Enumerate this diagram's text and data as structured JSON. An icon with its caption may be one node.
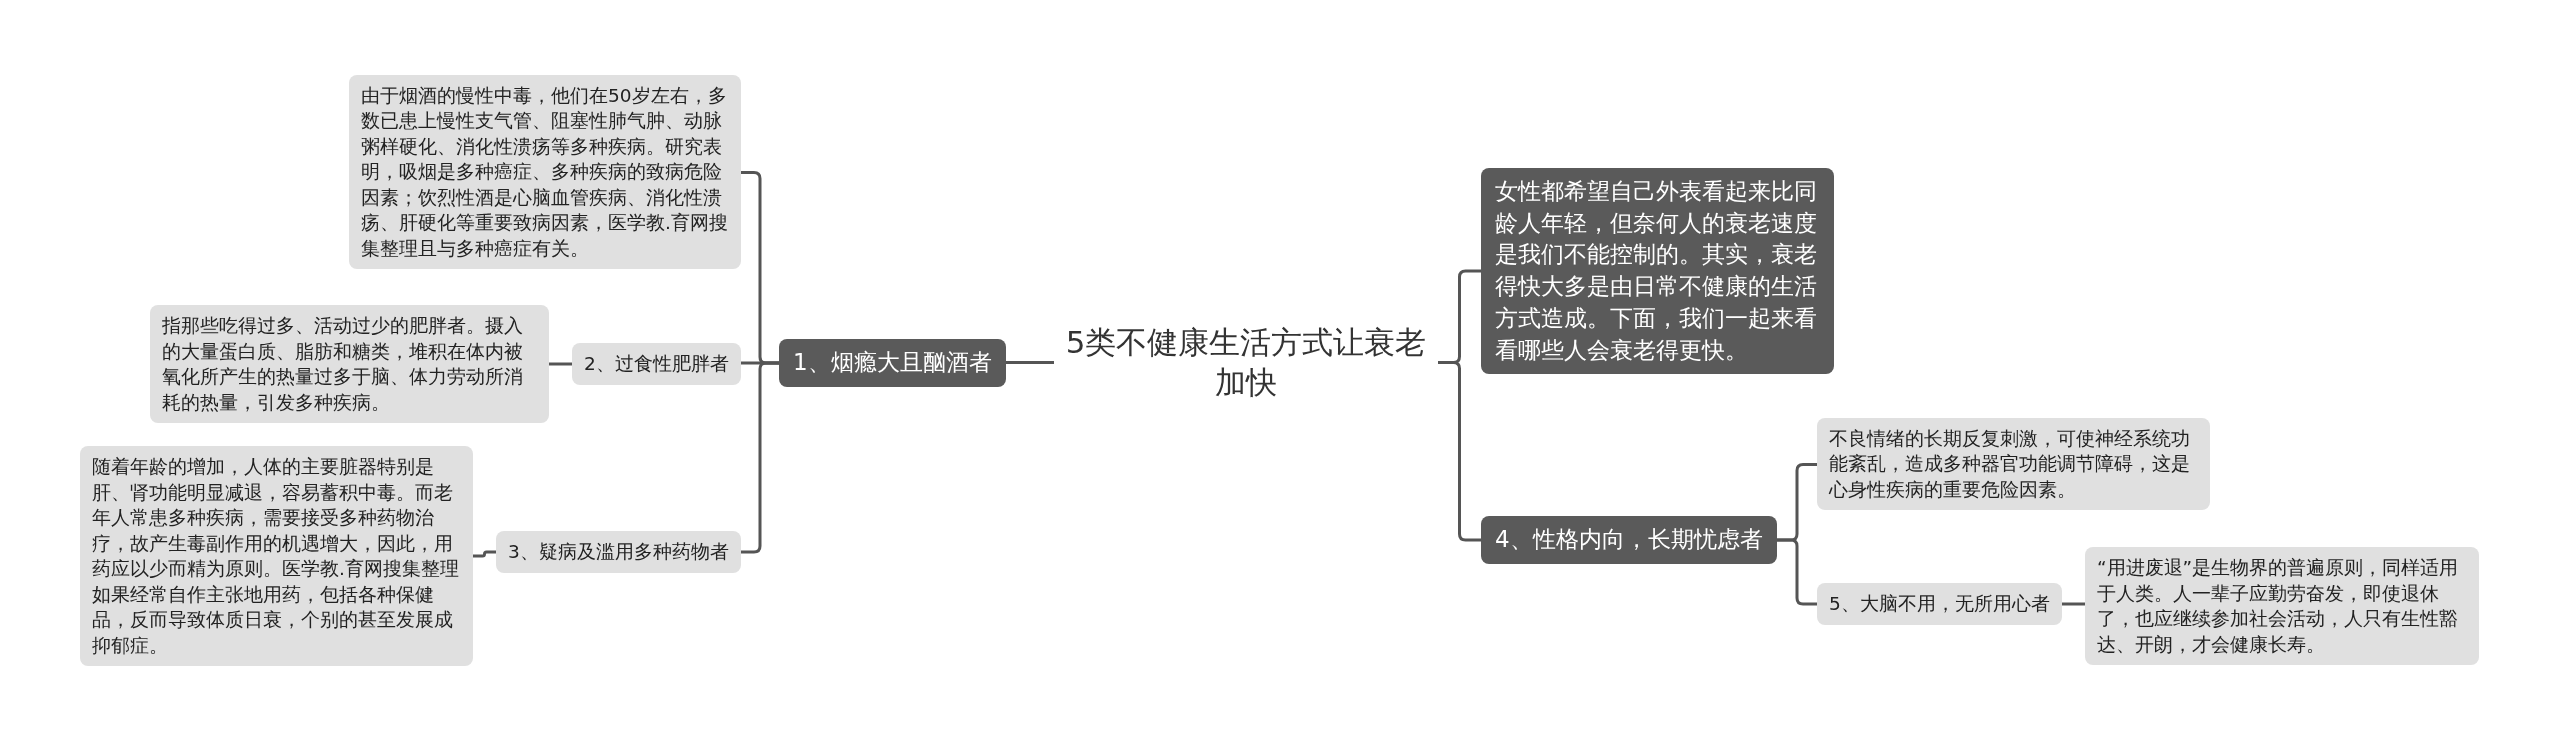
{
  "diagram": {
    "nodes": [
      {
        "text": [
          "5类不健康生活方式让衰老加快"
        ]
      },
      {
        "text": [
          "1、烟瘾大且酗酒者"
        ]
      },
      {
        "text": [
          "由于烟酒的慢性中毒，他们在50岁左右，多数已患上慢性支气管、阻塞性肺气肿、动脉粥样硬化、消化性溃疡等多种疾病。研究表明，吸烟是多种癌症、多种疾病的致病危险因素；饮烈性酒是心脑血管疾病、消化性溃疡、肝硬化等重要致病因素，医学教.育网搜集整理且与多种癌症有关。"
        ]
      },
      {
        "text": [
          "2、过食性肥胖者"
        ]
      },
      {
        "text": [
          "指那些吃得过多、活动过少的肥胖者。摄入的大量蛋白质、脂肪和糖类，堆积在体内被氧化所产生的热量过多于脑、体力劳动所消耗的热量，引发多种疾病。"
        ]
      },
      {
        "text": [
          "3、疑病及滥用多种药物者"
        ]
      },
      {
        "text": [
          "随着年龄的增加，人体的主要脏器特别是肝、肾功能明显减退，容易蓄积中毒。而老年人常患多种疾病，需要接受多种药物治疗，故产生毒副作用的机遇增大，因此，用药应以少而精为原则。医学教.育网搜集整理如果经常自作主张地用药，包括各种保健品，反而导致体质日衰，个别的甚至发展成抑郁症。"
        ]
      },
      {
        "text": [
          "女性都希望自己外表看起来比同龄人年轻，但奈何人的衰老速度是我们不能控制的。其实，衰老得快大多是由日常不健康的生活方式造成。下面，我们一起来看看哪些人会衰老得更快。"
        ]
      },
      {
        "text": [
          "4、性格内向，长期忧虑者"
        ]
      },
      {
        "text": [
          "不良情绪的长期反复刺激，可使神经系统功能紊乱，造成多种器官功能调节障碍，这是心身性疾病的重要危险因素。"
        ]
      },
      {
        "text": [
          "5、大脑不用，无所用心者"
        ]
      },
      {
        "text": [
          "“用进废退”是生物界的普遍原则，同样适用于人类。人一辈子应勤劳奋发，即使退休了，也应继续参加社会活动，人只有生性豁达、开朗，才会健康长寿。"
        ]
      }
    ],
    "edges": [
      {
        "from": 0,
        "to": 1,
        "arrow": "none"
      },
      {
        "from": 1,
        "to": 2,
        "arrow": "none"
      },
      {
        "from": 1,
        "to": 3,
        "arrow": "none"
      },
      {
        "from": 3,
        "to": 4,
        "arrow": "none"
      },
      {
        "from": 1,
        "to": 5,
        "arrow": "none"
      },
      {
        "from": 5,
        "to": 6,
        "arrow": "none"
      },
      {
        "from": 0,
        "to": 7,
        "arrow": "none"
      },
      {
        "from": 0,
        "to": 8,
        "arrow": "none"
      },
      {
        "from": 8,
        "to": 9,
        "arrow": "none"
      },
      {
        "from": 8,
        "to": 10,
        "arrow": "none"
      },
      {
        "from": 10,
        "to": 11,
        "arrow": "none"
      }
    ]
  }
}
